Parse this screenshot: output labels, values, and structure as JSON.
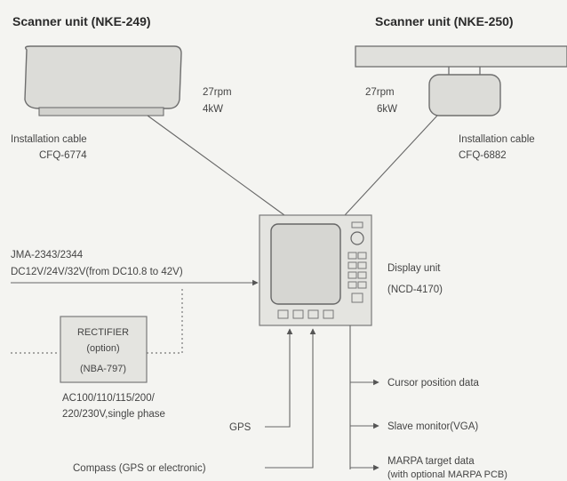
{
  "scanner_left": {
    "title": "Scanner unit (NKE-249)",
    "rpm": "27rpm",
    "power": "4kW",
    "cable_label": "Installation cable",
    "cable_model": "CFQ-6774"
  },
  "scanner_right": {
    "title": "Scanner unit (NKE-250)",
    "rpm": "27rpm",
    "power": "6kW",
    "cable_label": "Installation cable",
    "cable_model": "CFQ-6882"
  },
  "power_input": {
    "model": "JMA-2343/2344",
    "dc": "DC12V/24V/32V(from DC10.8 to 42V)"
  },
  "display": {
    "label": "Display unit",
    "model": "(NCD-4170)"
  },
  "rectifier": {
    "name": "RECTIFIER",
    "option": "(option)",
    "model": "(NBA-797)",
    "ac_line1": "AC100/110/115/200/",
    "ac_line2": "220/230V,single phase"
  },
  "inputs": {
    "gps": "GPS",
    "compass": "Compass (GPS or electronic)"
  },
  "outputs": {
    "cursor": "Cursor position data",
    "slave": "Slave monitor(VGA)",
    "marpa_line1": "MARPA target data",
    "marpa_line2": "(with optional MARPA PCB)"
  },
  "colors": {
    "background": "#f4f4f1",
    "unit_fill": "#e4e4e0",
    "line": "#666666"
  }
}
